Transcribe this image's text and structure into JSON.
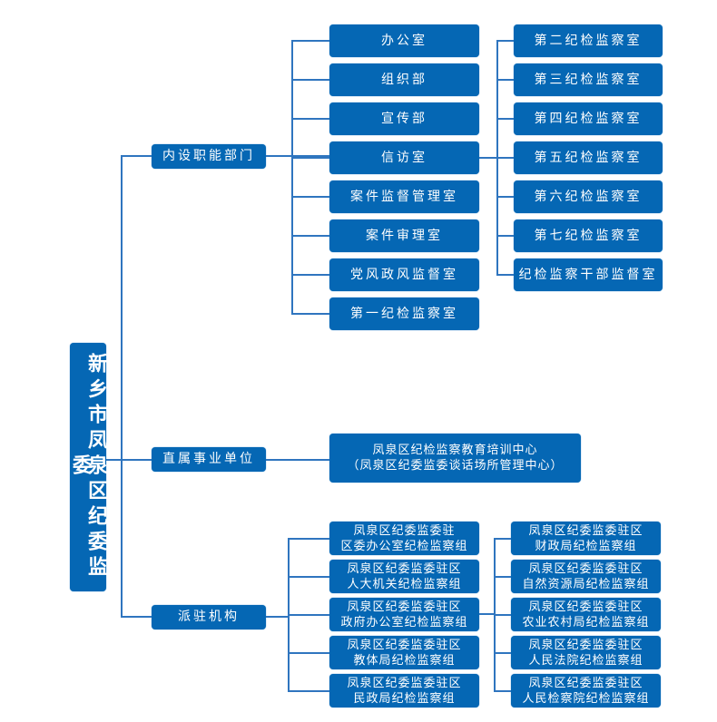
{
  "root": "新乡市凤泉区纪委监委",
  "branches": {
    "internal": "内设职能部门",
    "direct": "直属事业单位",
    "dispatched": "派驻机构"
  },
  "internal_col1": [
    "办公室",
    "组织部",
    "宣传部",
    "信访室",
    "案件监督管理室",
    "案件审理室",
    "党风政风监督室",
    "第一纪检监察室"
  ],
  "internal_col2": [
    "第二纪检监察室",
    "第三纪检监察室",
    "第四纪检监察室",
    "第五纪检监察室",
    "第六纪检监察室",
    "第七纪检监察室",
    "纪检监察干部监督室"
  ],
  "direct_unit": {
    "line1": "凤泉区纪检监察教育培训中心",
    "line2": "（凤泉区纪委监委谈话场所管理中心）"
  },
  "dispatched_col1": [
    {
      "line1": "凤泉区纪委监委驻",
      "line2": "区委办公室纪检监察组"
    },
    {
      "line1": "凤泉区纪委监委驻区",
      "line2": "人大机关纪检监察组"
    },
    {
      "line1": "凤泉区纪委监委驻区",
      "line2": "政府办公室纪检监察组"
    },
    {
      "line1": "凤泉区纪委监委驻区",
      "line2": "教体局纪检监察组"
    },
    {
      "line1": "凤泉区纪委监委驻区",
      "line2": "民政局纪检监察组"
    }
  ],
  "dispatched_col2": [
    {
      "line1": "凤泉区纪委监委驻区",
      "line2": "财政局纪检监察组"
    },
    {
      "line1": "凤泉区纪委监委驻区",
      "line2": "自然资源局纪检监察组"
    },
    {
      "line1": "凤泉区纪委监委驻区",
      "line2": "农业农村局纪检监察组"
    },
    {
      "line1": "凤泉区纪委监委驻区",
      "line2": "人民法院纪检监察组"
    },
    {
      "line1": "凤泉区纪委监委驻区",
      "line2": "人民检察院纪检监察组"
    }
  ],
  "colors": {
    "box": "#0567b4",
    "line": "#2f75bf"
  }
}
